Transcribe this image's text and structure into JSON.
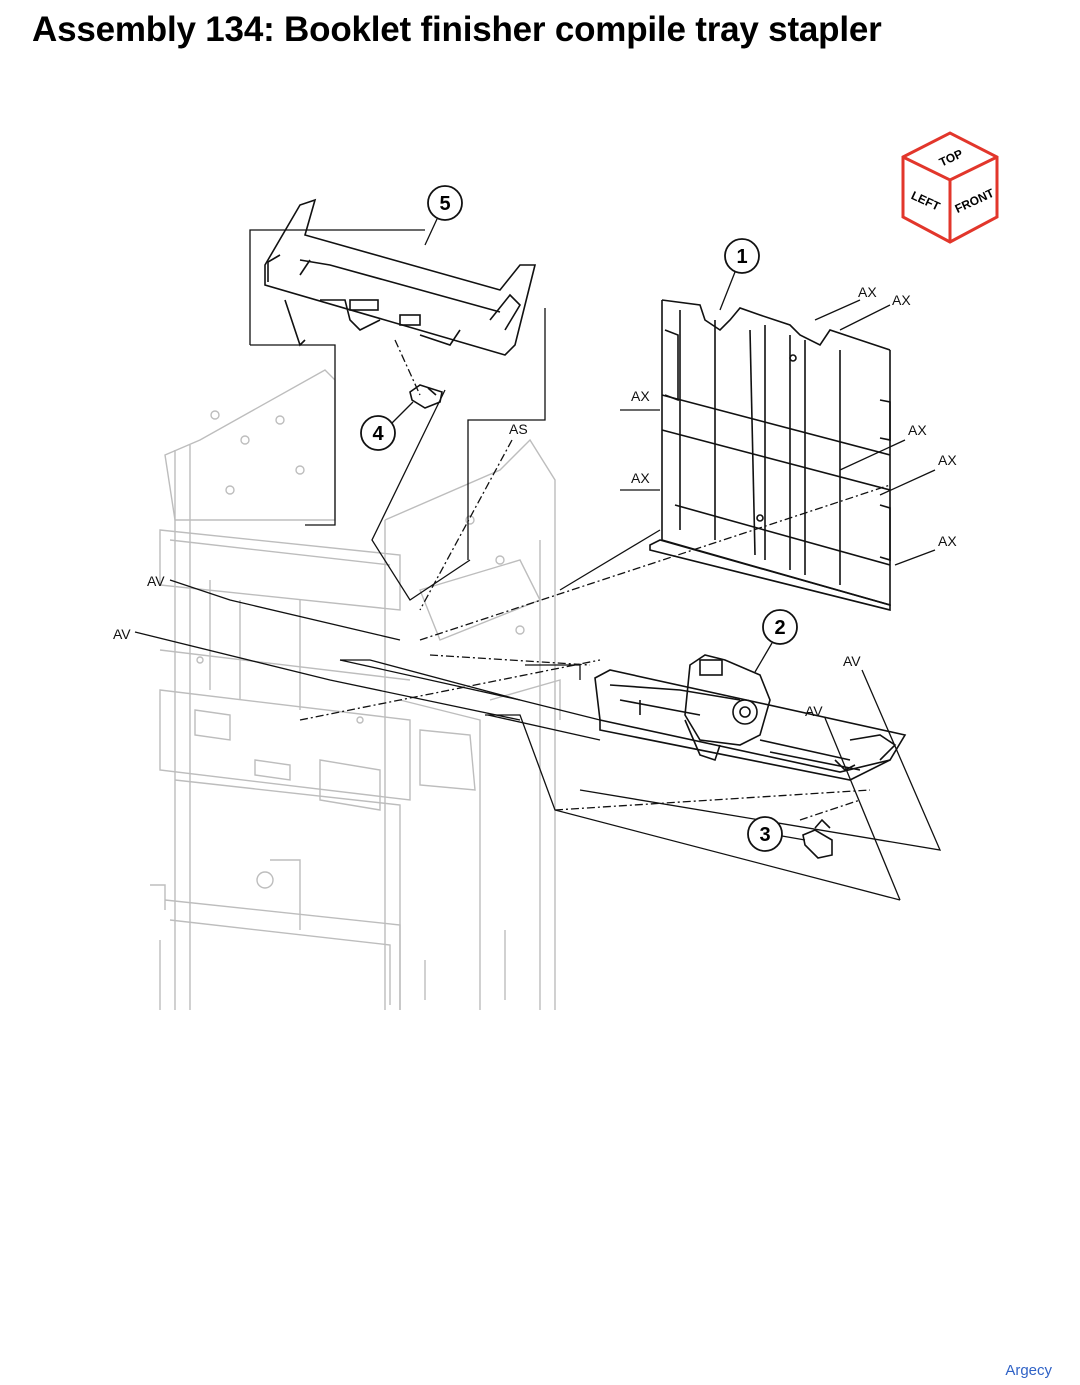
{
  "title": "Assembly 134: Booklet finisher compile tray stapler",
  "orientation_cube": {
    "top": "TOP",
    "left": "LEFT",
    "front": "FRONT",
    "border_color": "#e2362b"
  },
  "callouts": [
    {
      "number": "1",
      "part": "compile-tray-guide-panel"
    },
    {
      "number": "2",
      "part": "stapler-assembly"
    },
    {
      "number": "3",
      "part": "stapler-bracket"
    },
    {
      "number": "4",
      "part": "clip"
    },
    {
      "number": "5",
      "part": "top-cover"
    }
  ],
  "reference_labels": {
    "ax_1": "AX",
    "ax_2": "AX",
    "ax_3": "AX",
    "ax_4": "AX",
    "ax_5": "AX",
    "ax_6": "AX",
    "ax_7": "AX",
    "as_1": "AS",
    "av_1": "AV",
    "av_2": "AV",
    "av_3": "AV",
    "av_4": "AV"
  },
  "watermark": "Argecy",
  "colors": {
    "frame_line": "#b9b9b9",
    "part_line": "#111111"
  }
}
